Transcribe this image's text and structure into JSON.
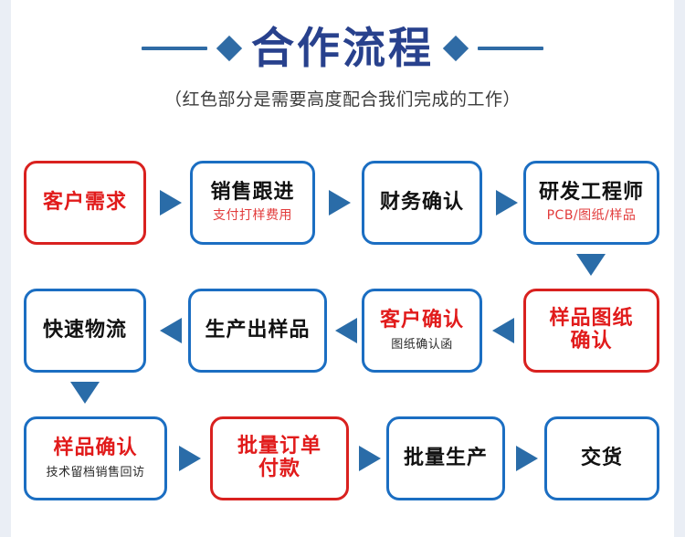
{
  "header": {
    "title": "合作流程",
    "subtitle": "（红色部分是需要高度配合我们完成的工作）",
    "left_line": "decorative-line",
    "left_diamond": "diamond",
    "right_diamond": "diamond",
    "right_line": "decorative-line"
  },
  "colors": {
    "title_blue": "#28418d",
    "deco_blue": "#2f6ba5",
    "arrow_blue": "#2a6ca8",
    "box_blue": "#1b6ec2",
    "box_red": "#d9211f",
    "text_red": "#e11b1b",
    "text_dark": "#111111",
    "page_bg": "#eaeef5",
    "canvas_bg": "#ffffff"
  },
  "flow": {
    "rows": [
      {
        "direction": "left-to-right",
        "nodes": [
          {
            "main": "客户需求",
            "sub": "",
            "main_color": "red",
            "border": "red",
            "sub_color": ""
          },
          {
            "main": "销售跟进",
            "sub": "支付打样费用",
            "main_color": "dark",
            "border": "blue",
            "sub_color": "red"
          },
          {
            "main": "财务确认",
            "sub": "",
            "main_color": "dark",
            "border": "blue",
            "sub_color": ""
          },
          {
            "main": "研发工程师",
            "sub": "PCB/图纸/样品",
            "main_color": "dark",
            "border": "blue",
            "sub_color": "red"
          }
        ]
      },
      {
        "direction": "right-to-left",
        "nodes": [
          {
            "main": "快速物流",
            "sub": "",
            "main_color": "dark",
            "border": "blue",
            "sub_color": ""
          },
          {
            "main": "生产出样品",
            "sub": "",
            "main_color": "dark",
            "border": "blue",
            "sub_color": ""
          },
          {
            "main": "客户确认",
            "sub": "图纸确认函",
            "main_color": "red",
            "border": "blue",
            "sub_color": "dark"
          },
          {
            "main": "样品图纸\n确认",
            "sub": "",
            "main_color": "red",
            "border": "red",
            "sub_color": ""
          }
        ]
      },
      {
        "direction": "left-to-right",
        "nodes": [
          {
            "main": "样品确认",
            "sub": "技术留档销售回访",
            "main_color": "red",
            "border": "blue",
            "sub_color": "dark"
          },
          {
            "main": "批量订单\n付款",
            "sub": "",
            "main_color": "red",
            "border": "red",
            "sub_color": ""
          },
          {
            "main": "批量生产",
            "sub": "",
            "main_color": "dark",
            "border": "blue",
            "sub_color": ""
          },
          {
            "main": "交货",
            "sub": "",
            "main_color": "dark",
            "border": "blue",
            "sub_color": ""
          }
        ]
      }
    ],
    "connectors": {
      "row1_arrows": [
        "arrow-right",
        "arrow-right",
        "arrow-right"
      ],
      "row2_arrows": [
        "arrow-left",
        "arrow-left",
        "arrow-left"
      ],
      "row3_arrows": [
        "arrow-right",
        "arrow-right",
        "arrow-right"
      ],
      "vertical_right": "arrow-down",
      "vertical_left": "arrow-down"
    }
  }
}
